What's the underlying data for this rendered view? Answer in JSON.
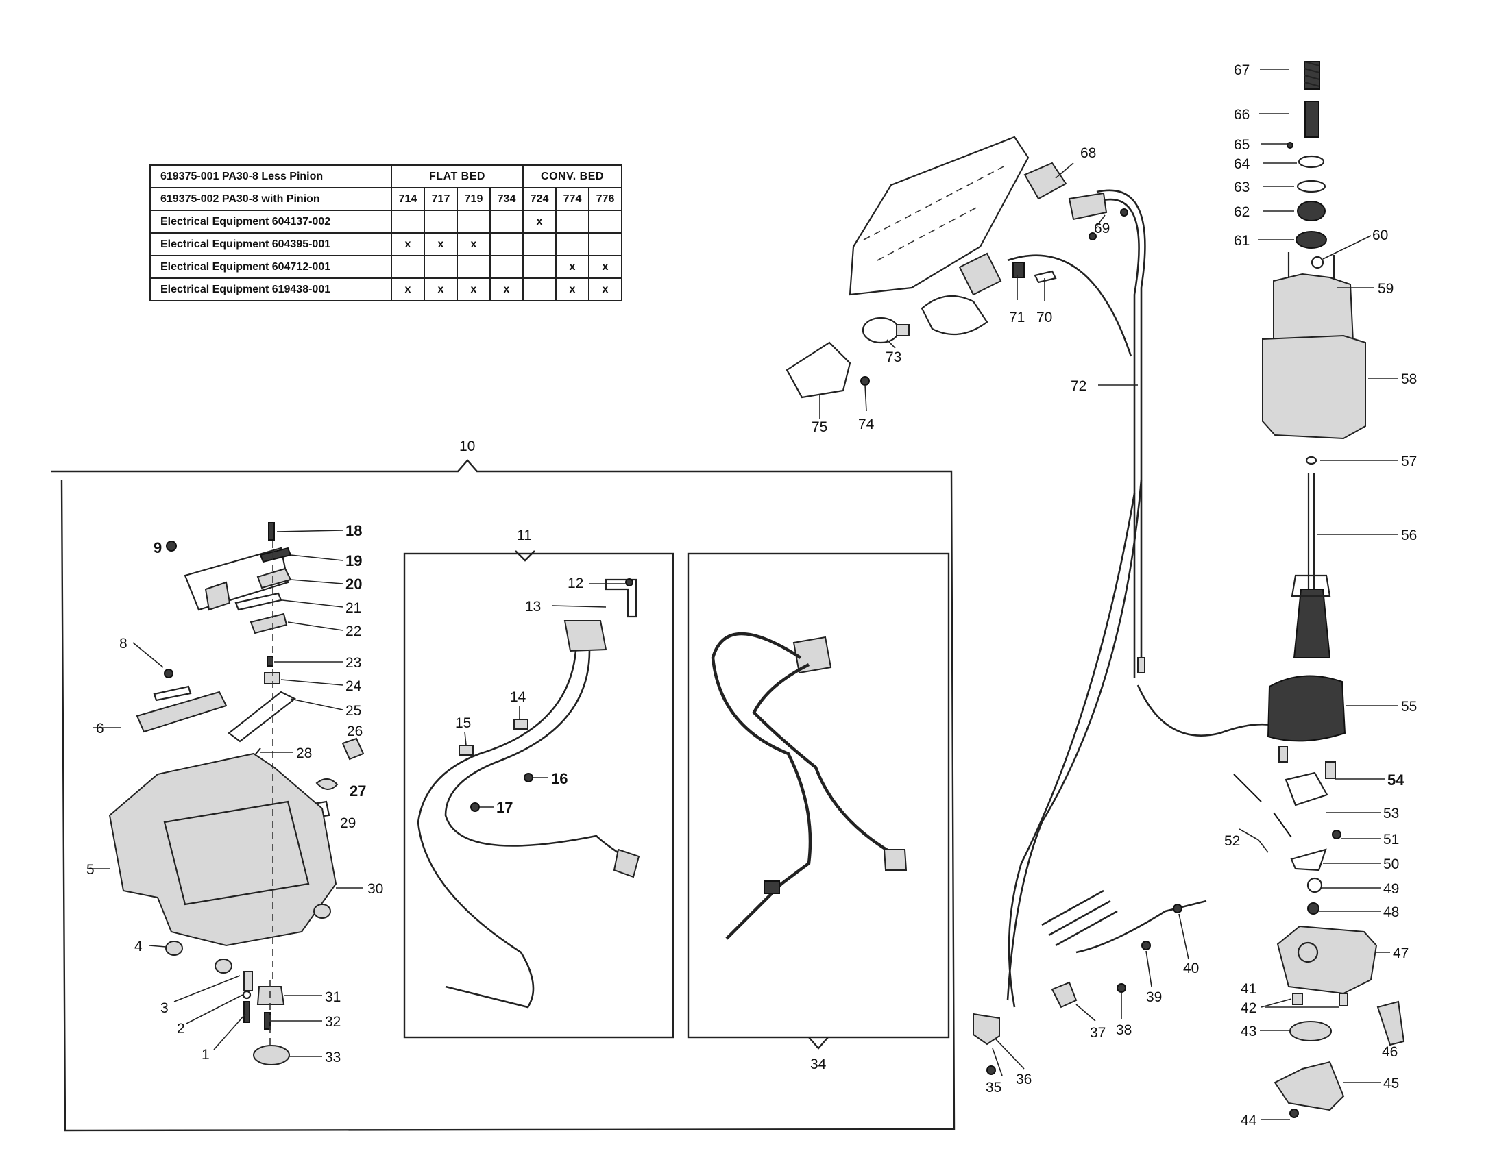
{
  "table": {
    "header1": {
      "label": "619375-001 PA30-8 Less Pinion",
      "groups": [
        "FLAT BED",
        "CONV. BED"
      ]
    },
    "header2": {
      "label": "619375-002 PA30-8 with Pinion",
      "models": [
        "714",
        "717",
        "719",
        "734",
        "724",
        "774",
        "776"
      ]
    },
    "rows": [
      {
        "label": "Electrical Equipment 604137-002",
        "marks": [
          "",
          "",
          "",
          "",
          "x",
          "",
          ""
        ]
      },
      {
        "label": "Electrical Equipment 604395-001",
        "marks": [
          "x",
          "x",
          "x",
          "",
          "",
          "",
          ""
        ]
      },
      {
        "label": "Electrical Equipment 604712-001",
        "marks": [
          "",
          "",
          "",
          "",
          "",
          "x",
          "x"
        ]
      },
      {
        "label": "Electrical Equipment 619438-001",
        "marks": [
          "x",
          "x",
          "x",
          "x",
          "",
          "x",
          "x"
        ]
      }
    ]
  },
  "callouts": {
    "c1": "1",
    "c2": "2",
    "c3": "3",
    "c4": "4",
    "c5": "5",
    "c6": "6",
    "c8": "8",
    "c9": "9",
    "c10": "10",
    "c11": "11",
    "c12": "12",
    "c13": "13",
    "c14": "14",
    "c15": "15",
    "c16": "16",
    "c17": "17",
    "c18": "18",
    "c19": "19",
    "c20": "20",
    "c21": "21",
    "c22": "22",
    "c23": "23",
    "c24": "24",
    "c25": "25",
    "c26": "26",
    "c27": "27",
    "c28": "28",
    "c29": "29",
    "c30": "30",
    "c31": "31",
    "c32": "32",
    "c33": "33",
    "c34": "34",
    "c35": "35",
    "c36": "36",
    "c37": "37",
    "c38": "38",
    "c39": "39",
    "c40": "40",
    "c41": "41",
    "c42": "42",
    "c43": "43",
    "c44": "44",
    "c45": "45",
    "c46": "46",
    "c47": "47",
    "c48": "48",
    "c49": "49",
    "c50": "50",
    "c51": "51",
    "c52": "52",
    "c53": "53",
    "c54": "54",
    "c55": "55",
    "c56": "56",
    "c57": "57",
    "c58": "58",
    "c59": "59",
    "c60": "60",
    "c61": "61",
    "c62": "62",
    "c63": "63",
    "c64": "64",
    "c65": "65",
    "c66": "66",
    "c67": "67",
    "c68": "68",
    "c69": "69",
    "c70": "70",
    "c71": "71",
    "c72": "72",
    "c73": "73",
    "c74": "74",
    "c75": "75"
  },
  "colors": {
    "ink": "#222222",
    "paper": "#ffffff",
    "shade": "#d8d8d8"
  }
}
